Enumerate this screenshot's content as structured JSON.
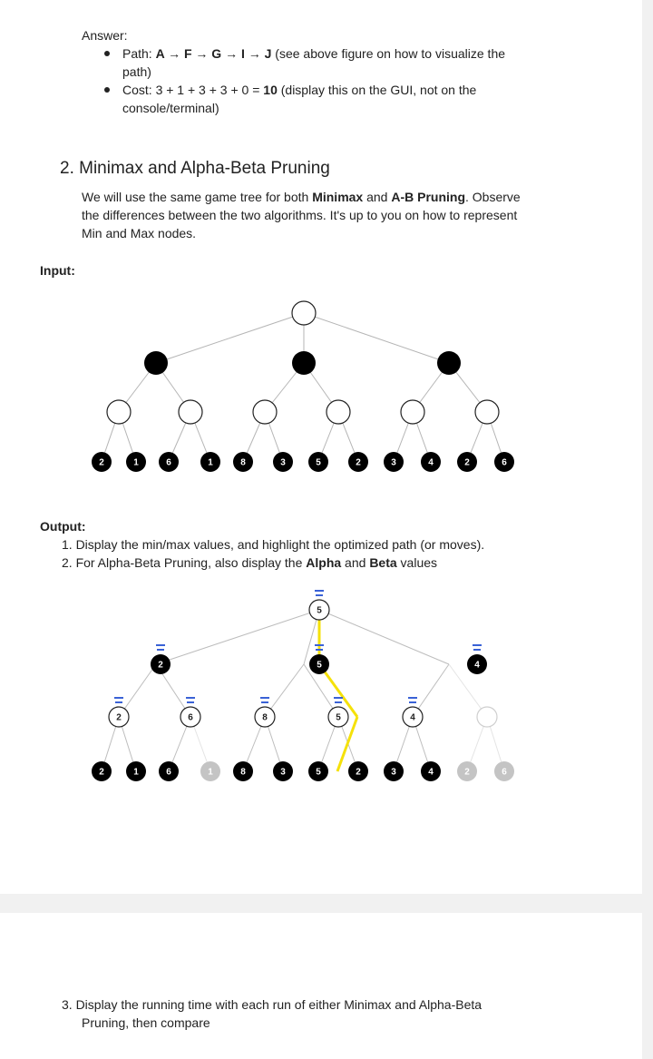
{
  "answer": {
    "label": "Answer:",
    "path_prefix": "Path: ",
    "path_nodes": "A → F → G → I → J",
    "path_suffix": " (see above figure on how to visualize the",
    "path_cont": "path)",
    "cost_prefix": "Cost: 3 + 1 + 3 + 3 + 0 = ",
    "cost_value": "10",
    "cost_suffix": " (display this on the GUI, not on the",
    "cost_cont": "console/terminal)"
  },
  "section2": {
    "heading": "2. Minimax and Alpha-Beta Pruning",
    "para_l1_a": "We will use the same game tree for both ",
    "para_l1_b": "Minimax",
    "para_l1_c": " and ",
    "para_l1_d": "A-B Pruning",
    "para_l1_e": ". Observe",
    "para_l2": "the differences between the two algorithms. It's up to you on how to represent",
    "para_l3": "Min and Max nodes."
  },
  "input_label": "Input:",
  "input_tree": {
    "leaves": [
      "2",
      "1",
      "6",
      "1",
      "8",
      "3",
      "5",
      "2",
      "3",
      "4",
      "2",
      "6"
    ]
  },
  "output": {
    "label": "Output:",
    "item1": "1.  Display the min/max values, and highlight the optimized path (or moves).",
    "item2_a": "2.  For Alpha-Beta Pruning, also display the ",
    "item2_b": "Alpha",
    "item2_c": " and ",
    "item2_d": "Beta",
    "item2_e": " values"
  },
  "output_tree": {
    "root": "5",
    "max_nodes": [
      "2",
      "5",
      "4"
    ],
    "min_nodes": [
      "2",
      "6",
      "8",
      "5",
      "4",
      ""
    ],
    "leaves": [
      "2",
      "1",
      "6",
      "1",
      "8",
      "3",
      "5",
      "2",
      "3",
      "4",
      "2",
      "6"
    ],
    "pruned_leaf_indices": [
      3,
      10,
      11
    ],
    "highlight_color": "#f5e10a"
  },
  "section3": {
    "line1": "3.  Display the running time with each run of either Minimax and Alpha-Beta",
    "line2": "Pruning, then compare"
  }
}
